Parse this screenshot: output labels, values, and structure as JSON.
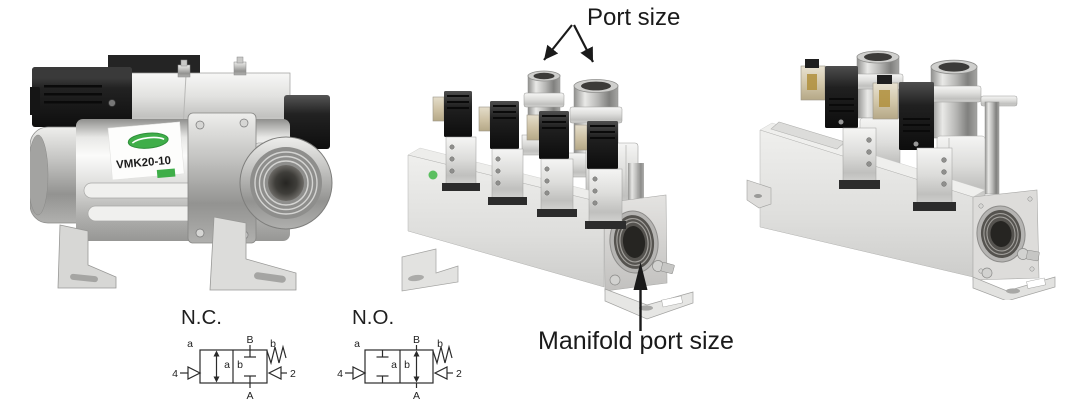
{
  "annotations": {
    "port_size": "Port size",
    "manifold_port_size": "Manifold port size"
  },
  "left_product": {
    "model": "VMK20-10"
  },
  "schematic_nc": {
    "title": "N.C.",
    "pos_left": "a",
    "port_top": "B",
    "pos_right": "b",
    "pilot_left": "4",
    "pilot_right": "2",
    "port_bottom": "A",
    "inner_left": "a",
    "inner_right": "b"
  },
  "schematic_no": {
    "title": "N.O.",
    "pos_left": "a",
    "port_top": "B",
    "pos_right": "b",
    "pilot_left": "4",
    "pilot_right": "2",
    "port_bottom": "A",
    "inner_left": "a",
    "inner_right": "b"
  },
  "colors": {
    "brand_green": "#3fae49",
    "indicator_green": "#5bbf60",
    "ink": "#1a1a1a"
  }
}
